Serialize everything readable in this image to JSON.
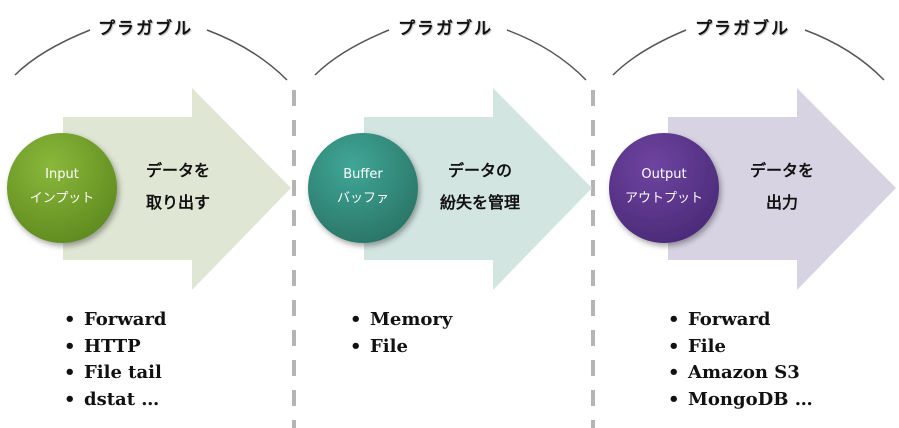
{
  "stages": [
    {
      "key": "input",
      "pluggable_label": "プラガブル",
      "circle_en": "Input",
      "circle_ja": "インプット",
      "desc_line1": "データを",
      "desc_line2": "取り出す",
      "circle_color_top": "#8ab83a",
      "circle_color_bottom": "#5e8a1f",
      "arrow_color": "#dfe6d3",
      "items": [
        "Forward",
        "HTTP",
        "File tail",
        "dstat …"
      ]
    },
    {
      "key": "buffer",
      "pluggable_label": "プラガブル",
      "circle_en": "Buffer",
      "circle_ja": "バッファ",
      "desc_line1": "データの",
      "desc_line2": "紛失を管理",
      "circle_color_top": "#3fa797",
      "circle_color_bottom": "#2a7466",
      "arrow_color": "#d3e5e1",
      "items": [
        "Memory",
        "File"
      ]
    },
    {
      "key": "output",
      "pluggable_label": "プラガブル",
      "circle_en": "Output",
      "circle_ja": "アウトプット",
      "desc_line1": "データを",
      "desc_line2": "出力",
      "circle_color_top": "#6f44a0",
      "circle_color_bottom": "#4a2a78",
      "arrow_color": "#d8d3e3",
      "items": [
        "Forward",
        "File",
        "Amazon S3",
        "MongoDB …"
      ]
    }
  ]
}
